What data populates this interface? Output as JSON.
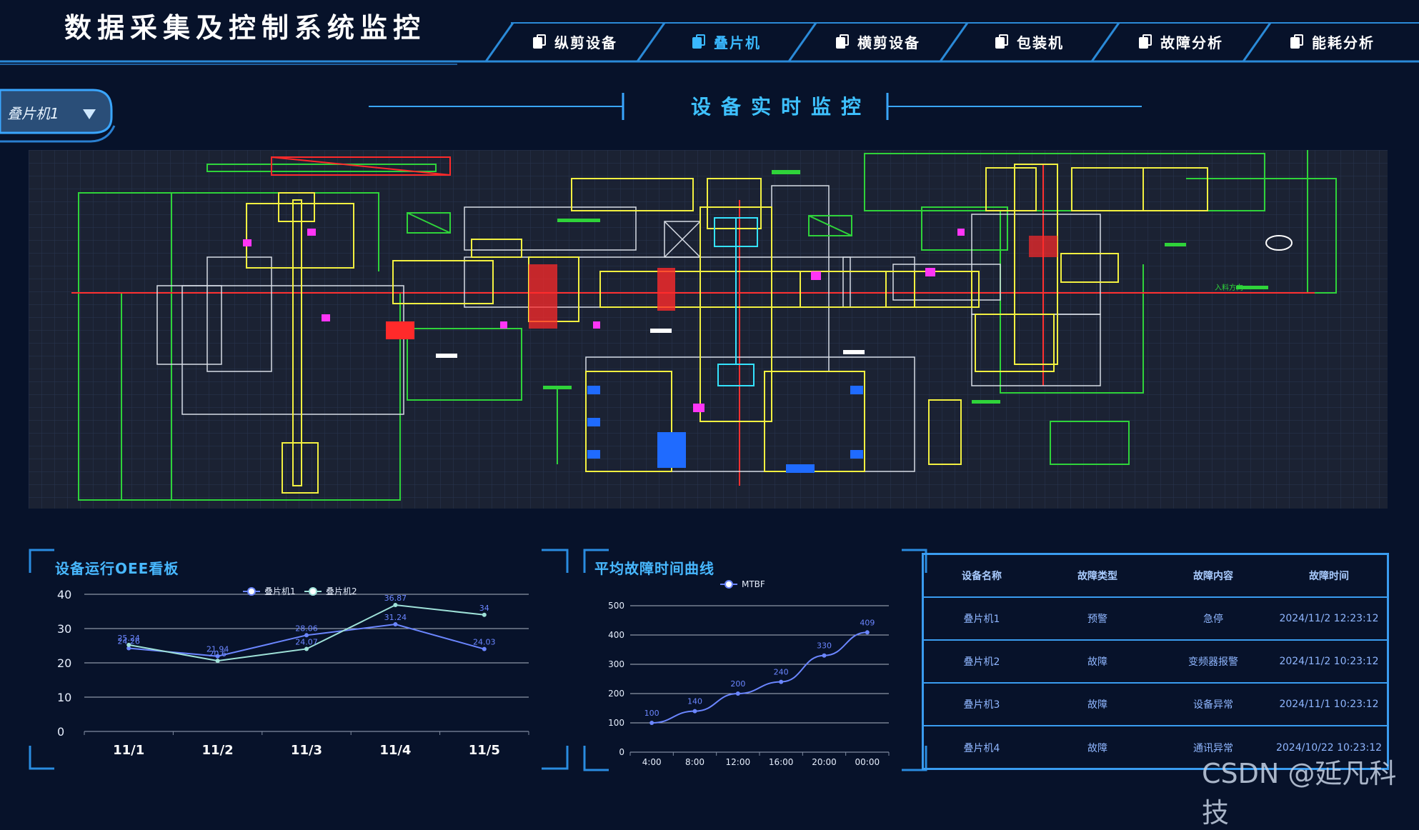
{
  "app": {
    "title": "数据采集及控制系统监控"
  },
  "nav": [
    {
      "label": "纵剪设备",
      "active": false
    },
    {
      "label": "叠片机",
      "active": true
    },
    {
      "label": "横剪设备",
      "active": false
    },
    {
      "label": "包装机",
      "active": false
    },
    {
      "label": "故障分析",
      "active": false
    },
    {
      "label": "能耗分析",
      "active": false
    }
  ],
  "device_select": {
    "value": "叠片机1"
  },
  "section_title": "设备实时监控",
  "diagram": {
    "label_text": "入料方向"
  },
  "colors": {
    "bg": "#07122a",
    "accent": "#39b8ff",
    "line": "#6b86ff",
    "line2": "#9fe2d9",
    "cad_green": "#2fd33a",
    "cad_yellow": "#f2f040",
    "cad_red": "#ff2a2a"
  },
  "oee": {
    "title": "设备运行OEE看板",
    "chart_data": {
      "type": "line",
      "categories": [
        "11/1",
        "11/2",
        "11/3",
        "11/4",
        "11/5"
      ],
      "series": [
        {
          "name": "叠片机1",
          "values": [
            24.26,
            21.94,
            28.06,
            31.24,
            24.03
          ]
        },
        {
          "name": "叠片机2",
          "values": [
            25.24,
            20.6,
            24.07,
            36.87,
            34
          ]
        }
      ],
      "ylim": [
        0,
        40
      ],
      "yticks": [
        0,
        10,
        20,
        30,
        40
      ],
      "grid": true,
      "legend": "top-center"
    }
  },
  "mtbf": {
    "title": "平均故障时间曲线",
    "chart_data": {
      "type": "line",
      "categories": [
        "4:00",
        "8:00",
        "12:00",
        "16:00",
        "20:00",
        "00:00"
      ],
      "series": [
        {
          "name": "MTBF",
          "values": [
            100,
            140,
            200,
            240,
            330,
            409
          ]
        }
      ],
      "ylim": [
        0,
        500
      ],
      "yticks": [
        0,
        100,
        200,
        300,
        400,
        500
      ],
      "grid": true,
      "legend": "top-left"
    }
  },
  "fault_table": {
    "headers": [
      "设备名称",
      "故障类型",
      "故障内容",
      "故障时间"
    ],
    "rows": [
      [
        "叠片机1",
        "预警",
        "急停",
        "2024/11/2 12:23:12"
      ],
      [
        "叠片机2",
        "故障",
        "变频器报警",
        "2024/11/2 10:23:12"
      ],
      [
        "叠片机3",
        "故障",
        "设备异常",
        "2024/11/1 10:23:12"
      ],
      [
        "叠片机4",
        "故障",
        "通讯异常",
        "2024/10/22 10:23:12"
      ]
    ]
  },
  "watermark": "CSDN @延凡科技"
}
